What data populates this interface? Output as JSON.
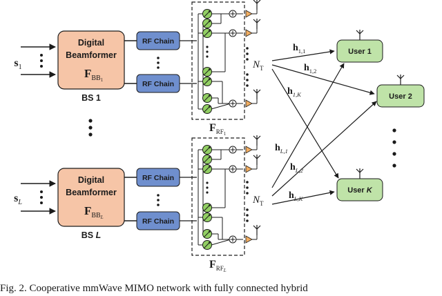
{
  "bs1": {
    "beamformer_line1": "Digital",
    "beamformer_line2": "Beamformer",
    "f_bb_main": "F",
    "f_bb_sub": "BB",
    "f_bb_subsub": "1",
    "label": "BS 1",
    "rf_chain_top": "RF Chain",
    "rf_chain_bottom": "RF Chain",
    "stream_main": "s",
    "stream_sub": "1",
    "f_rf_main": "F",
    "f_rf_sub": "RF",
    "f_rf_subsub": "1",
    "nt_main": "N",
    "nt_sub": "T"
  },
  "bsL": {
    "beamformer_line1": "Digital",
    "beamformer_line2": "Beamformer",
    "f_bb_main": "F",
    "f_bb_sub": "BB",
    "f_bb_subsub": "L",
    "label_prefix": "BS ",
    "label_suffix": "L",
    "rf_chain_top": "RF Chain",
    "rf_chain_bottom": "RF Chain",
    "stream_main": "s",
    "stream_sub": "L",
    "f_rf_main": "F",
    "f_rf_sub": "RF",
    "f_rf_subsub": "L",
    "nt_main": "N",
    "nt_sub": "T"
  },
  "users": {
    "user1": "User 1",
    "user2": "User 2",
    "userK_prefix": "User ",
    "userK_suffix": "K"
  },
  "channels": {
    "h11": {
      "main": "h",
      "sub": "1,1"
    },
    "h12": {
      "main": "h",
      "sub": "1,2"
    },
    "h1K": {
      "main": "h",
      "sub": "1,K"
    },
    "hL1": {
      "main": "h",
      "sub": "L,1"
    },
    "hL2": {
      "main": "h",
      "sub": "L,2"
    },
    "hLK": {
      "main": "h",
      "sub": "L,K"
    }
  },
  "caption": "Fig. 2.  Cooperative mmWave MIMO network with fully connected hybrid",
  "colors": {
    "beamformer": "#f6c5a7",
    "rf_chain": "#6f8fce",
    "phase_shifter": "#92cf63",
    "amplifier": "#f0ad62",
    "user": "#bfe3a8"
  }
}
